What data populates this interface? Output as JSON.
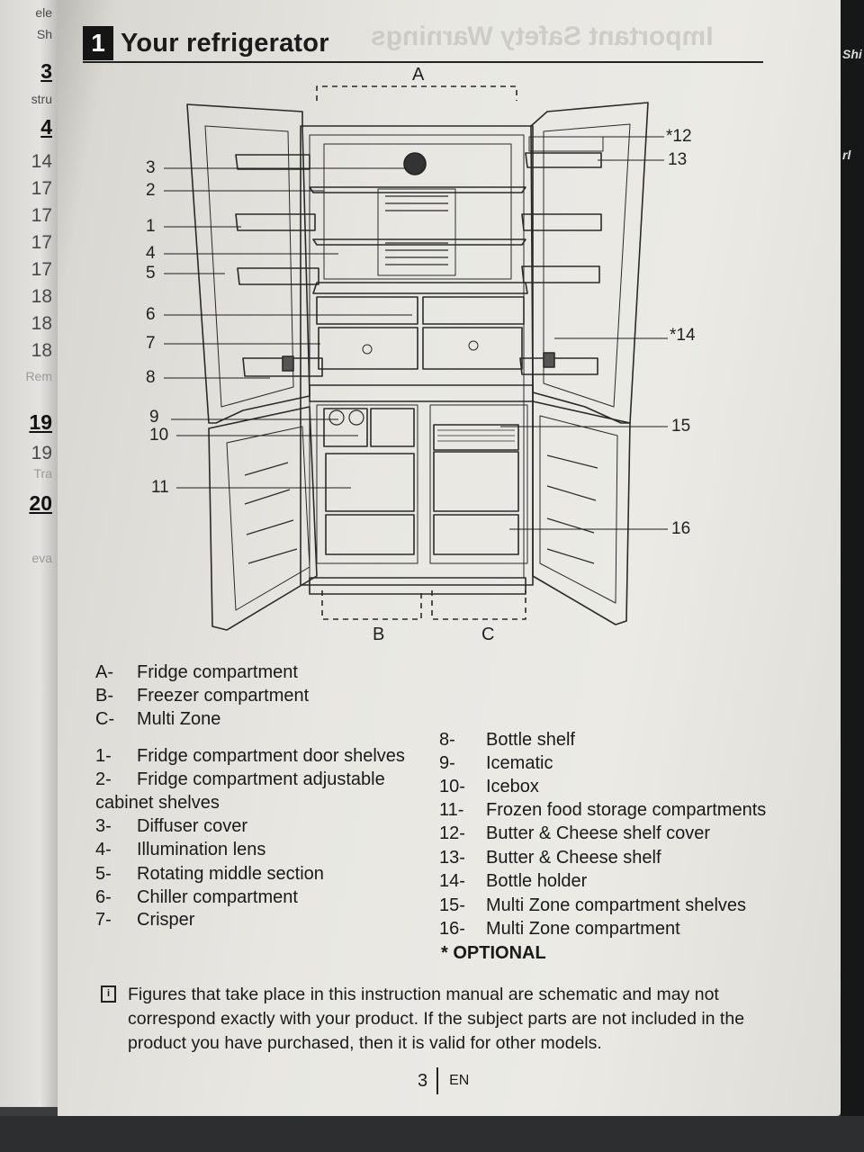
{
  "left_margin": {
    "items": [
      "ele",
      "Sh",
      "3",
      "stru",
      "4",
      "14",
      "17",
      "17",
      "17",
      "17",
      "18",
      "18",
      "18",
      "Rem",
      "19",
      "19",
      "Tra",
      "20",
      "eva"
    ]
  },
  "right_margin": {
    "items": [
      "Shi",
      "rl"
    ]
  },
  "header": {
    "section_number": "1",
    "title": "Your refrigerator",
    "bleed_through": "Important Safety Warnings"
  },
  "diagram": {
    "zone_labels": [
      "A",
      "B",
      "C"
    ],
    "callouts": [
      "3",
      "2",
      "1",
      "4",
      "5",
      "6",
      "7",
      "8",
      "9",
      "10",
      "11",
      "*12",
      "13",
      "*14",
      "15",
      "16"
    ]
  },
  "legend": {
    "zones": [
      {
        "code": "A-",
        "text": "Fridge compartment"
      },
      {
        "code": "B-",
        "text": "Freezer compartment"
      },
      {
        "code": "C-",
        "text": "Multi Zone"
      }
    ],
    "left_parts": [
      {
        "code": "1-",
        "text": "Fridge compartment door shelves"
      },
      {
        "code": "2-",
        "text": "Fridge compartment adjustable"
      },
      {
        "code": "",
        "text": "cabinet shelves"
      },
      {
        "code": "3-",
        "text": "Diffuser cover"
      },
      {
        "code": "4-",
        "text": "Illumination lens"
      },
      {
        "code": "5-",
        "text": "Rotating middle section"
      },
      {
        "code": "6-",
        "text": "Chiller compartment"
      },
      {
        "code": "7-",
        "text": "Crisper"
      }
    ],
    "right_parts": [
      {
        "code": "8-",
        "text": "Bottle shelf"
      },
      {
        "code": "9-",
        "text": "Icematic"
      },
      {
        "code": "10-",
        "text": "Icebox"
      },
      {
        "code": "11-",
        "text": "Frozen food storage compartments"
      },
      {
        "code": "12-",
        "text": "Butter & Cheese shelf cover"
      },
      {
        "code": "13-",
        "text": "Butter & Cheese shelf"
      },
      {
        "code": "14-",
        "text": "Bottle holder"
      },
      {
        "code": "15-",
        "text": "Multi Zone compartment shelves"
      },
      {
        "code": "16-",
        "text": "Multi Zone compartment"
      }
    ],
    "optional_note": "* OPTIONAL"
  },
  "note": {
    "icon": "info-icon",
    "text": "Figures that take place in this instruction manual are schematic and may not correspond exactly with your product. If the subject parts are not included in the product you have purchased, then it is valid for other models."
  },
  "footer": {
    "page_number": "3",
    "language": "EN"
  }
}
